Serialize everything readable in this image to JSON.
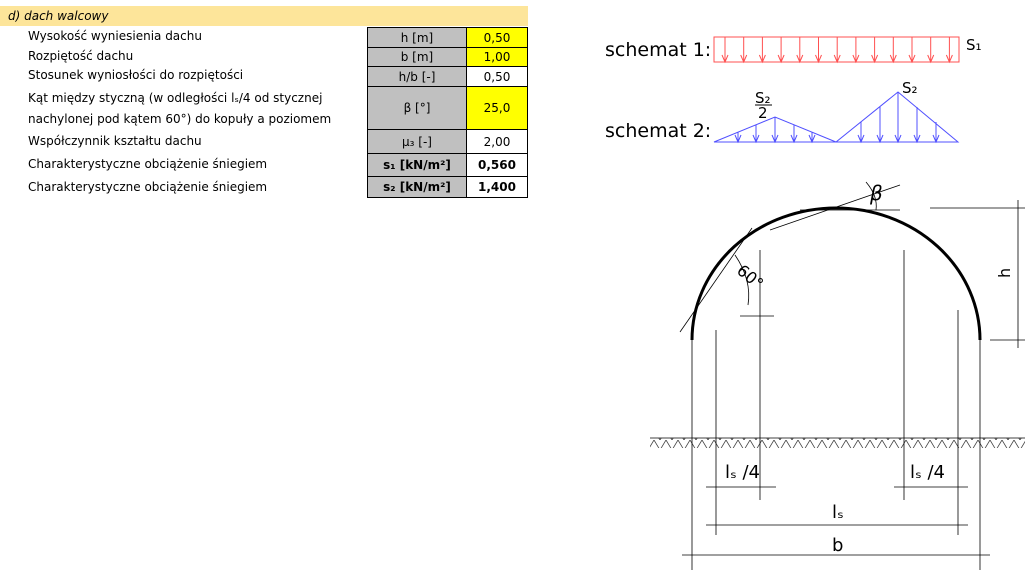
{
  "section": {
    "title": "d)  dach walcowy"
  },
  "rows": [
    {
      "label": "Wysokość wyniesienia dachu",
      "symbol": "h [m]",
      "value": "0,50"
    },
    {
      "label": "Rozpiętość dachu",
      "symbol": "b [m]",
      "value": "1,00"
    },
    {
      "label": "Stosunek wyniosłości do rozpiętości",
      "symbol": "h/b [-]",
      "value": "0,50"
    },
    {
      "label": "Kąt między styczną (w odległości lₛ/4 od stycznej",
      "label2": "nachylonej pod kątem 60°) do kopuły a poziomem",
      "symbol": "β [°]",
      "value": "25,0"
    },
    {
      "label": "Współczynnik kształtu dachu",
      "symbol": "μ₃ [-]",
      "value": "2,00"
    },
    {
      "label": "Charakterystyczne obciążenie śniegiem",
      "symbol": "s₁ [kN/m²]",
      "value": "0,560"
    },
    {
      "label": "Charakterystyczne obciążenie śniegiem",
      "symbol": "s₂ [kN/m²]",
      "value": "1,400"
    }
  ],
  "diagram": {
    "schema1": "schemat  1:",
    "schema2": "schemat  2:",
    "s1": "S₁",
    "s2": "S₂",
    "s2half_num": "S₂",
    "s2half_den": "2",
    "beta": "β",
    "angle60": "60°",
    "h": "h",
    "b": "b",
    "ls": "lₛ",
    "ls4": "lₛ /4",
    "colors": {
      "schema1": "#ff5050",
      "schema2": "#5050ff"
    }
  }
}
